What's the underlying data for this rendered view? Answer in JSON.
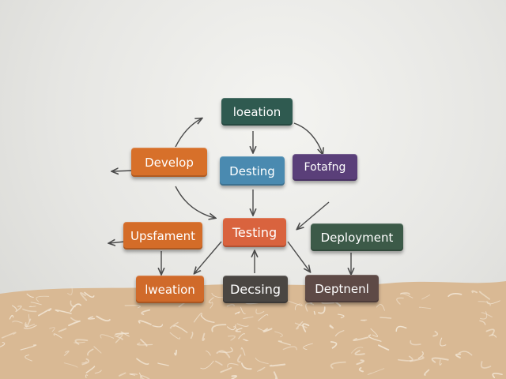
{
  "nodes": [
    {
      "id": "loeation",
      "label": "loeation",
      "color": "#2f5a50"
    },
    {
      "id": "develop",
      "label": "Develop",
      "color": "#d7702a"
    },
    {
      "id": "desting",
      "label": "Desting",
      "color": "#4a8ab0"
    },
    {
      "id": "fotafng",
      "label": "Fotafng",
      "color": "#5a3f79"
    },
    {
      "id": "upsfament",
      "label": "Upsfament",
      "color": "#d46c28"
    },
    {
      "id": "testing",
      "label": "Testing",
      "color": "#d9633e"
    },
    {
      "id": "deployment",
      "label": "Deployment",
      "color": "#3c5a48"
    },
    {
      "id": "lweation",
      "label": "lweation",
      "color": "#d06a2a"
    },
    {
      "id": "decsing",
      "label": "Decsing",
      "color": "#4a4642"
    },
    {
      "id": "deptnenl",
      "label": "Deptnenl",
      "color": "#5e4a46"
    }
  ],
  "colors": {
    "arrow": "#4a4a4a",
    "sand": "#d9b994",
    "sand_line": "#f3e8d8"
  }
}
